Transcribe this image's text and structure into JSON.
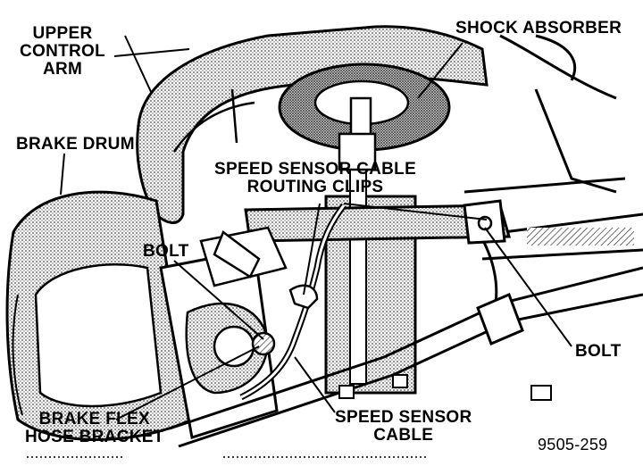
{
  "labels": {
    "upper_control_arm": [
      "UPPER",
      "CONTROL",
      "ARM"
    ],
    "shock_absorber": "SHOCK ABSORBER",
    "brake_drum": "BRAKE DRUM",
    "speed_sensor_cable_routing_clips": [
      "SPEED SENSOR CABLE",
      "ROUTING CLIPS"
    ],
    "bolt_left": "BOLT",
    "bolt_right": "BOLT",
    "brake_flex_hose_bracket": [
      "BRAKE FLEX",
      "HOSE BRACKET"
    ],
    "speed_sensor_cable": [
      "SPEED SENSOR",
      "CABLE"
    ],
    "figure_number": "9505-259"
  },
  "colors": {
    "ink": "#000000",
    "paper": "#ffffff",
    "stipple": "#7a7a7a"
  }
}
